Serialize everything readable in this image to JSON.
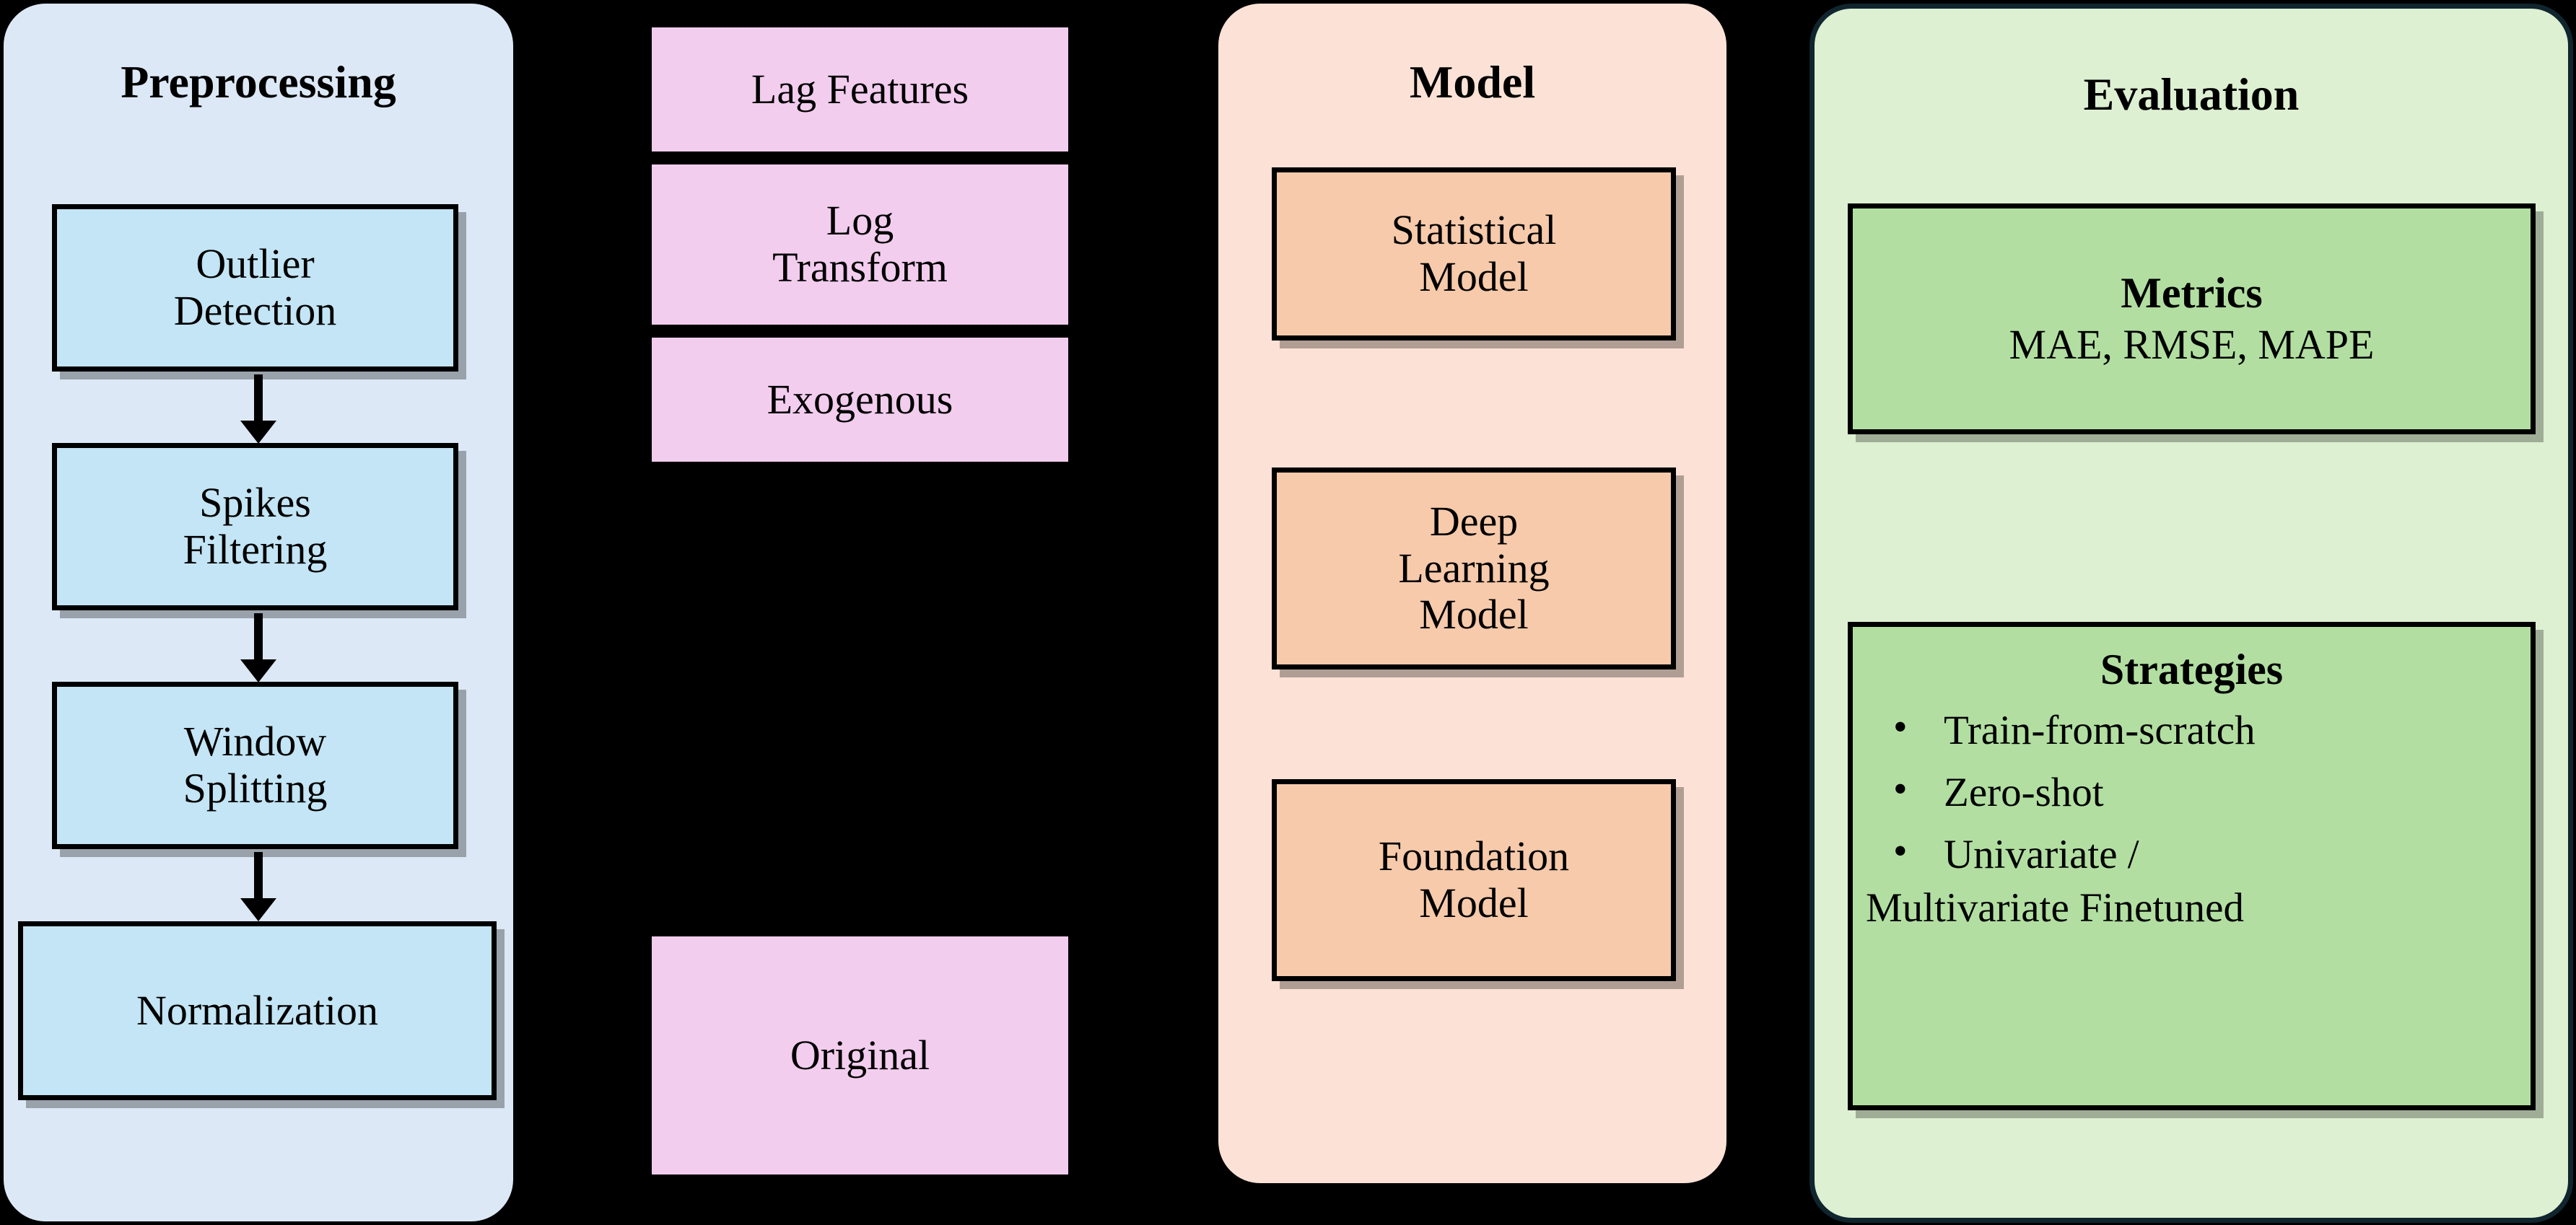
{
  "diagram": {
    "colors": {
      "preprocessing_panel": "#dce8f5",
      "preprocessing_box": "#c3e5f5",
      "feature_box": "#f2cdee",
      "model_panel": "#fce2d6",
      "model_box": "#f6caaa",
      "evaluation_panel": "#ddf0d2",
      "evaluation_box": "#b2dfa1",
      "evaluation_border": "#10252e",
      "background": "#000000"
    }
  },
  "preprocessing": {
    "title": "Preprocessing",
    "steps": [
      {
        "label": "Outlier\nDetection"
      },
      {
        "label": "Spikes\nFiltering"
      },
      {
        "label": "Window\nSplitting"
      },
      {
        "label": "Normalization"
      }
    ]
  },
  "features": {
    "items": [
      {
        "label": "Lag Features"
      },
      {
        "label": "Log\nTransform"
      },
      {
        "label": "Exogenous"
      },
      {
        "label": "Original"
      }
    ]
  },
  "model": {
    "title": "Model",
    "items": [
      {
        "label": "Statistical\nModel"
      },
      {
        "label": "Deep\nLearning\nModel"
      },
      {
        "label": "Foundation\nModel"
      }
    ]
  },
  "evaluation": {
    "title": "Evaluation",
    "metrics": {
      "heading": "Metrics",
      "values": "MAE, RMSE, MAPE"
    },
    "strategies": {
      "heading": "Strategies",
      "bullet": "•",
      "items": [
        {
          "text": "Train-from-scratch",
          "wrap": ""
        },
        {
          "text": "Zero-shot",
          "wrap": ""
        },
        {
          "text": "Univariate /",
          "wrap": "Multivariate Finetuned"
        }
      ]
    }
  }
}
